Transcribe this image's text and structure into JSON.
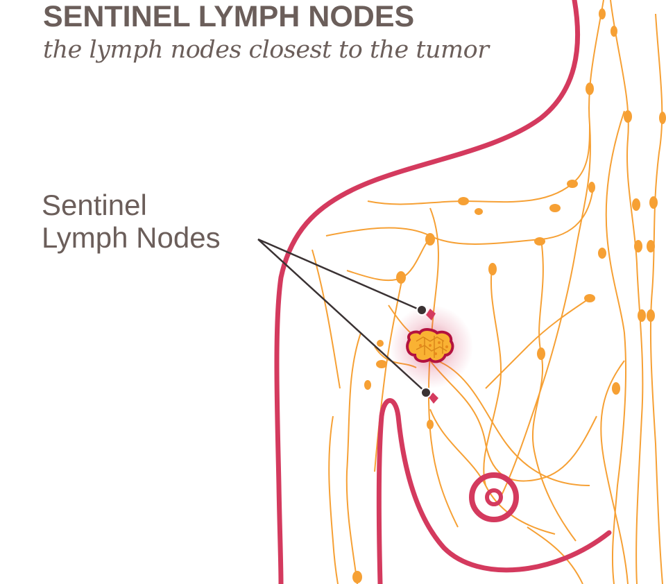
{
  "title": "SENTINEL LYMPH NODES",
  "subtitle": "the lymph nodes closest to the tumor",
  "callout": {
    "line1": "Sentinel",
    "line2": "Lymph Nodes"
  },
  "colors": {
    "text": "#6b5e5a",
    "outline": "#d43a5e",
    "lymph": "#f6a034",
    "tumor": "#f9b233",
    "pointer": "#3a3233"
  }
}
